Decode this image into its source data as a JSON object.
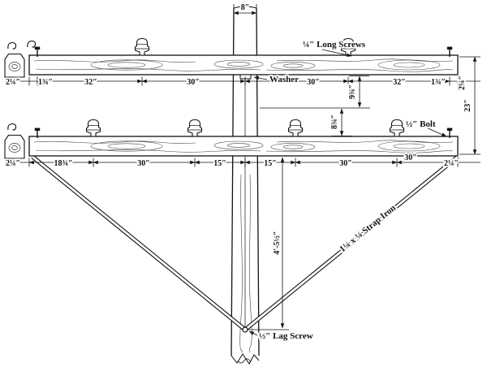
{
  "diagram": {
    "labels": {
      "pole_width": "8″",
      "long_screws": "¼″ Long Screws",
      "washer": "Washer",
      "bolt": "½″ Bolt",
      "lag_screw": "½″ Lag Screw",
      "strap_iron": "1¼ x ¼ Strap Iron",
      "gap_upper": "9¾″",
      "gap_lower": "8¾″",
      "arm_spacing": "23″",
      "arm_end_right": "2¼″",
      "drop_to_lag_screw": "4′-5½″"
    },
    "top_dim_row": [
      "2¼″",
      "1¾″",
      "32″",
      "30″",
      "30″",
      "32″",
      "1¾″",
      "2¼″"
    ],
    "bottom_dim_row": [
      "2¼″",
      "18¾″",
      "30″",
      "15″",
      "15″",
      "30″",
      "30″",
      "2¼″"
    ]
  }
}
